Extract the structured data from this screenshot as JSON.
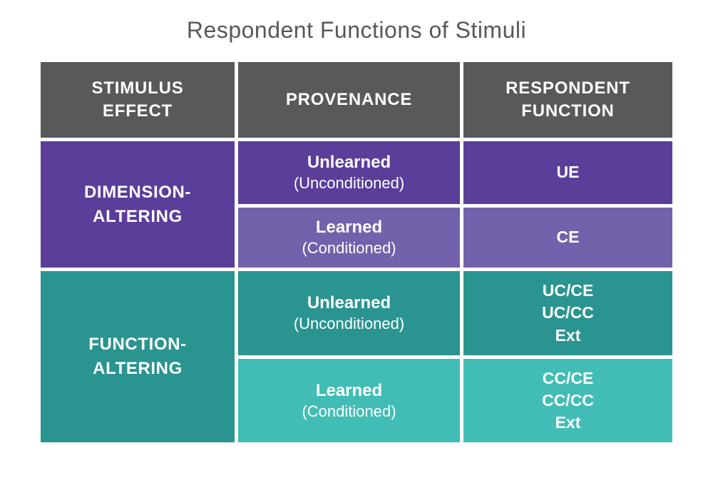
{
  "title": "Respondent Functions of Stimuli",
  "table": {
    "header": {
      "stimulus_effect": [
        "STIMULUS",
        "EFFECT"
      ],
      "provenance": [
        "PROVENANCE"
      ],
      "respondent_function": [
        "RESPONDENT",
        "FUNCTION"
      ]
    },
    "dimension_altering": {
      "label": [
        "DIMENSION-",
        "ALTERING"
      ],
      "unlearned": {
        "name": "Unlearned",
        "sub": "(Unconditioned)",
        "function": [
          "UE"
        ]
      },
      "learned": {
        "name": "Learned",
        "sub": "(Conditioned)",
        "function": [
          "CE"
        ]
      }
    },
    "function_altering": {
      "label": [
        "FUNCTION-",
        "ALTERING"
      ],
      "unlearned": {
        "name": "Unlearned",
        "sub": "(Unconditioned)",
        "function": [
          "UC/CE",
          "UC/CC",
          "Ext"
        ]
      },
      "learned": {
        "name": "Learned",
        "sub": "(Conditioned)",
        "function": [
          "CC/CE",
          "CC/CC",
          "Ext"
        ]
      }
    }
  },
  "colors": {
    "header_bg": "#58595b",
    "purple_dark": "#5a3e99",
    "purple_light": "#7361ac",
    "teal_dark": "#2a9490",
    "teal_light": "#41bdb5",
    "title_text": "#57585a",
    "cell_text": "#ffffff"
  }
}
